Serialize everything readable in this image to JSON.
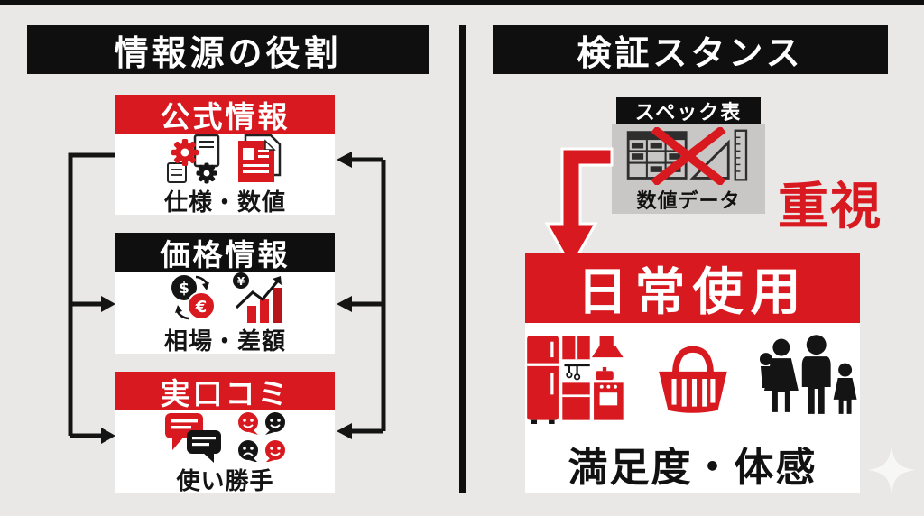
{
  "colors": {
    "accent_red": "#d8191f",
    "black": "#0f0f0f",
    "background": "#e9e8e6",
    "spec_gray": "#c8c7c5"
  },
  "left_panel": {
    "title": "情報源の役割",
    "boxes": [
      {
        "label": "公式情報",
        "caption": "仕様・数値",
        "header_color": "red",
        "icons": [
          "gears-document-icon",
          "red-document-icon"
        ]
      },
      {
        "label": "価格情報",
        "caption": "相場・差額",
        "header_color": "black",
        "icons": [
          "currency-exchange-icon",
          "bar-chart-growth-icon"
        ]
      },
      {
        "label": "実口コミ",
        "caption": "使い勝手",
        "header_color": "red",
        "icons": [
          "chat-bubbles-icon",
          "emoji-reactions-icon"
        ]
      }
    ]
  },
  "right_panel": {
    "title": "検証スタンス",
    "spec_box": {
      "label": "スペック表",
      "caption": "数値データ",
      "icons": [
        "spec-table-crossed-icon"
      ]
    },
    "emphasis_label": "重視",
    "daily_box": {
      "label": "日常使用",
      "caption": "満足度・体感",
      "icons": [
        "kitchen-appliances-icon",
        "shopping-basket-icon",
        "family-icon"
      ]
    }
  }
}
